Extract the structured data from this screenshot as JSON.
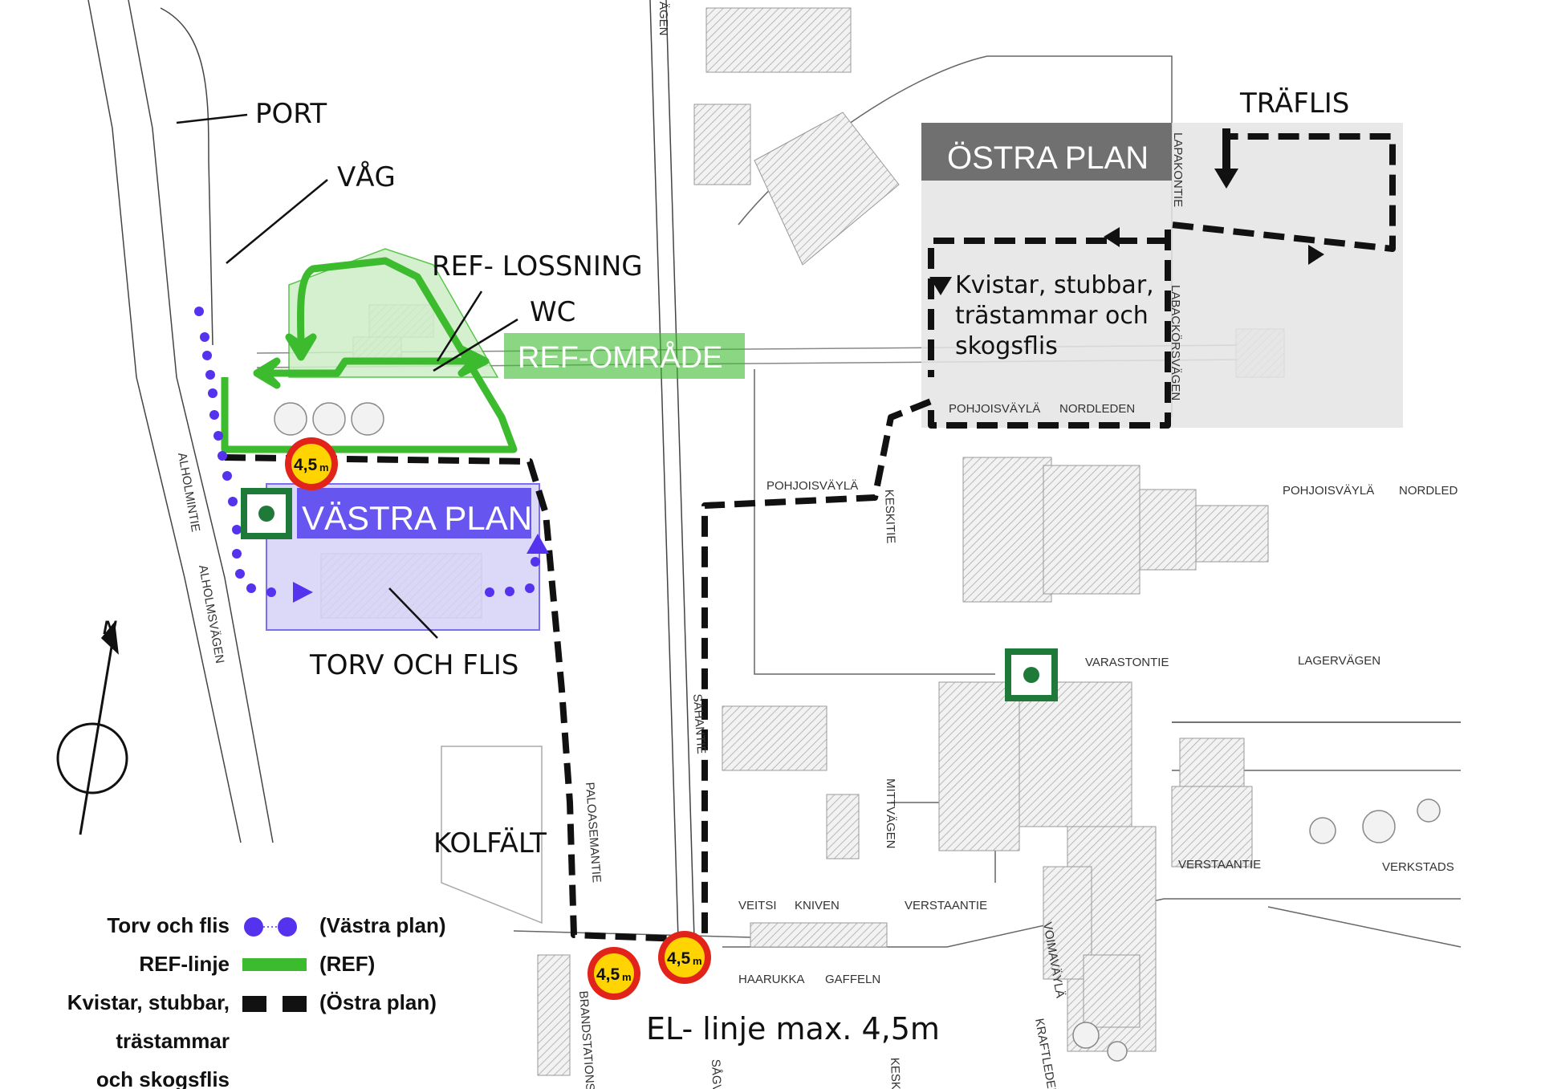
{
  "labels": {
    "port": "PORT",
    "vag": "VÅG",
    "ref_lossning": "REF- LOSSNING",
    "wc": "WC",
    "ref_omrade": "REF-OMRÅDE",
    "vastra_plan": "VÄSTRA PLAN",
    "torv_och_flis": "TORV OCH FLIS",
    "kolfalt": "KOLFÄLT",
    "ostra_plan": "ÖSTRA PLAN",
    "traflis": "TRÄFLIS",
    "kvistar_line1": "Kvistar, stubbar,",
    "kvistar_line2": "trästammar och",
    "kvistar_line3": "skogsflis",
    "el_linje": "EL- linje max. 4,5m",
    "north": "N"
  },
  "height_sign": {
    "text": "4,5",
    "unit": "m",
    "count": 3
  },
  "streets": {
    "alholmintie": "ALHOLMINTIE",
    "alholmsvagen": "ALHOLMSVÄGEN",
    "paloasemantie": "PALOASEMANTIE",
    "brandstationsv": "BRANDSTATIONSV",
    "pohjoisvayla_1": "POHJOISVÄYLÄ",
    "nordleden_1": "NORDLEDEN",
    "pohjoisvayla_2": "POHJOISVÄYLÄ",
    "pohjoisvayla_3": "POHJOISVÄYLÄ",
    "nordleden_2": "NORDLED",
    "keskitie": "KESKITIE",
    "lapakontie": "LAPAKONTIE",
    "labackorsvagen": "LABACKÖRSVÄGEN",
    "varastontie": "VARASTONTIE",
    "lagervagen": "LAGERVÄGEN",
    "sahantie": "SAHANTIE",
    "mittvagen": "MITTVÄGEN",
    "veitsi": "VEITSI",
    "kniven": "KNIVEN",
    "verstaantie_1": "VERSTAANTIE",
    "verstaantie_2": "VERSTAANTIE",
    "verkstads": "VERKSTADS",
    "haarukka": "HAARUKKA",
    "gaffeln": "GAFFELN",
    "voimavayla": "VOIMAVÄYLÄ",
    "kraftleden": "KRAFTLEDEN",
    "sagv": "SÅGV",
    "kesk": "KESK",
    "agen_top": "ÄGEN"
  },
  "legend": [
    {
      "name": "Torv och flis",
      "note": "(Västra plan)",
      "style": "dots",
      "color": "#5533ee"
    },
    {
      "name": "REF-linje",
      "note": "(REF)",
      "style": "solid",
      "color": "#3dbb2e"
    },
    {
      "name": "Kvistar, stubbar,",
      "note": "(Östra plan)",
      "style": "dashed",
      "color": "#111111"
    },
    {
      "name": "trästammar",
      "note": "",
      "style": "none",
      "color": ""
    },
    {
      "name": "och skogsflis",
      "note": "",
      "style": "none",
      "color": ""
    }
  ],
  "colors": {
    "ref_green": "#3dbb2e",
    "ref_area": "#cdeec6",
    "vastra_purple": "#6655ee",
    "vastra_area": "#d6d2f7",
    "ostra_gray": "#707070",
    "ostra_area": "#e4e4e4",
    "route_black": "#111111",
    "sign_red": "#e2231a",
    "sign_yellow": "#ffd400",
    "assembly_green": "#1f7a3a"
  },
  "icons": [
    "assembly-point-icon",
    "north-arrow-icon",
    "height-limit-sign-icon"
  ]
}
